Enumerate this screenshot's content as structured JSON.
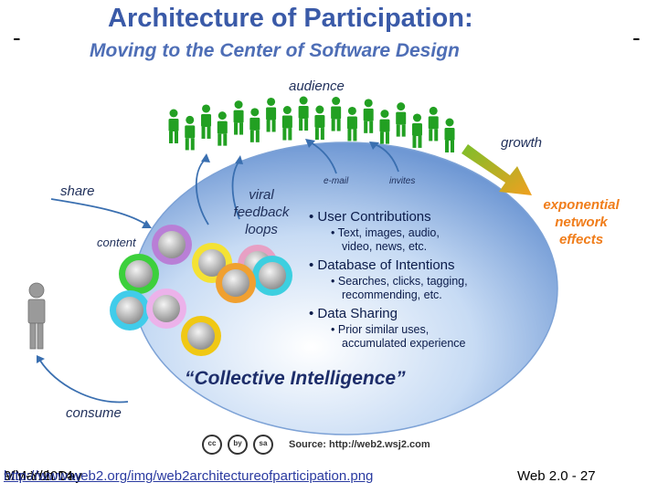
{
  "slide": {
    "title": "Architecture of Participation:",
    "subtitle": "Moving to the Center of Software Design",
    "dash_left": "-",
    "dash_right": "-",
    "footer_left": "9/Mar/2014",
    "footer_author": "Min-Yuh Day",
    "footer_link": "http://www.web2.org/img/web2architectureofparticipation.png",
    "page_number": "Web 2.0 - 27"
  },
  "diagram": {
    "audience": "audience",
    "growth": "growth",
    "share": "share",
    "content": "content",
    "viral": [
      "viral",
      "feedback",
      "loops"
    ],
    "email": "e-mail",
    "invites": "invites",
    "exponential": [
      "exponential",
      "network",
      "effects"
    ],
    "consume": "consume",
    "collective": "“Collective Intelligence”",
    "source": "Source: http://web2.wsj2.com",
    "cc_icons": [
      "cc",
      "by",
      "sa"
    ],
    "bullets": [
      {
        "heading": "User Contributions",
        "sub": [
          "Text, images, audio,",
          "video, news, etc."
        ]
      },
      {
        "heading": "Database of Intentions",
        "sub": [
          "Searches, clicks, tagging,",
          "recommending, etc."
        ]
      },
      {
        "heading": "Data Sharing",
        "sub": [
          "Prior similar uses,",
          "accumulated experience"
        ]
      }
    ],
    "circle_colors": [
      "#b97fd6",
      "#f4e234",
      "#e7a0c4",
      "#3cd03c",
      "#3ccfe0",
      "#f0a030",
      "#41ccea",
      "#ecb2ea",
      "#f0c814"
    ]
  }
}
